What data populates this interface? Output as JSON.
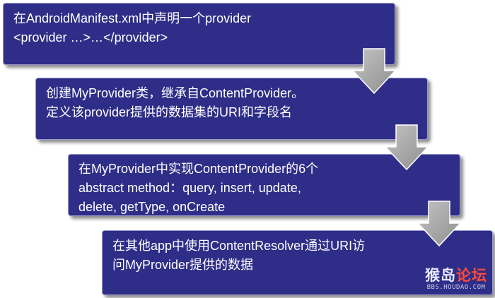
{
  "steps": [
    {
      "lines": [
        "在AndroidManifest.xml中声明一个provider",
        "<provider …>…</provider>"
      ]
    },
    {
      "lines": [
        "创建MyProvider类，继承自ContentProvider。",
        "定义该provider提供的数据集的URI和字段名"
      ]
    },
    {
      "lines": [
        "在MyProvider中实现ContentProvider的6个",
        "abstract method：query, insert, update,",
        "delete, getType, onCreate"
      ]
    },
    {
      "lines": [
        "在其他app中使用ContentResolver通过URI访",
        "问MyProvider提供的数据"
      ]
    }
  ],
  "watermark": {
    "logo_part1": "猴岛",
    "logo_part2": "论坛",
    "url": "BBS.HOUDAO.COM"
  },
  "colors": {
    "box_fill": "#2e2e88",
    "box_border": "#9a9acc",
    "text": "#ffffff",
    "arrow_fill": "#a8a8a8"
  }
}
